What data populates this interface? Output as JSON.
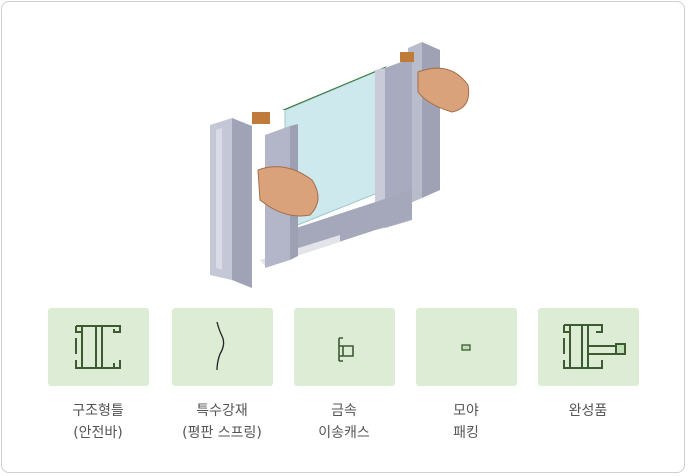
{
  "illustration": {
    "subject": "window-frame-assembly"
  },
  "parts": [
    {
      "line1": "구조형틀",
      "line2": "(안전바)",
      "icon": "frame-profile-icon"
    },
    {
      "line1": "특수강재",
      "line2": "(평판 스프링)",
      "icon": "spring-icon"
    },
    {
      "line1": "금속",
      "line2": "이송캐스",
      "icon": "metal-case-icon"
    },
    {
      "line1": "모야",
      "line2": "패킹",
      "icon": "packing-icon"
    },
    {
      "line1": "완성품",
      "line2": "",
      "icon": "finished-product-icon"
    }
  ],
  "colors": {
    "tile": "#ddedd5",
    "stroke": "#3d5a32",
    "text": "#555555"
  }
}
